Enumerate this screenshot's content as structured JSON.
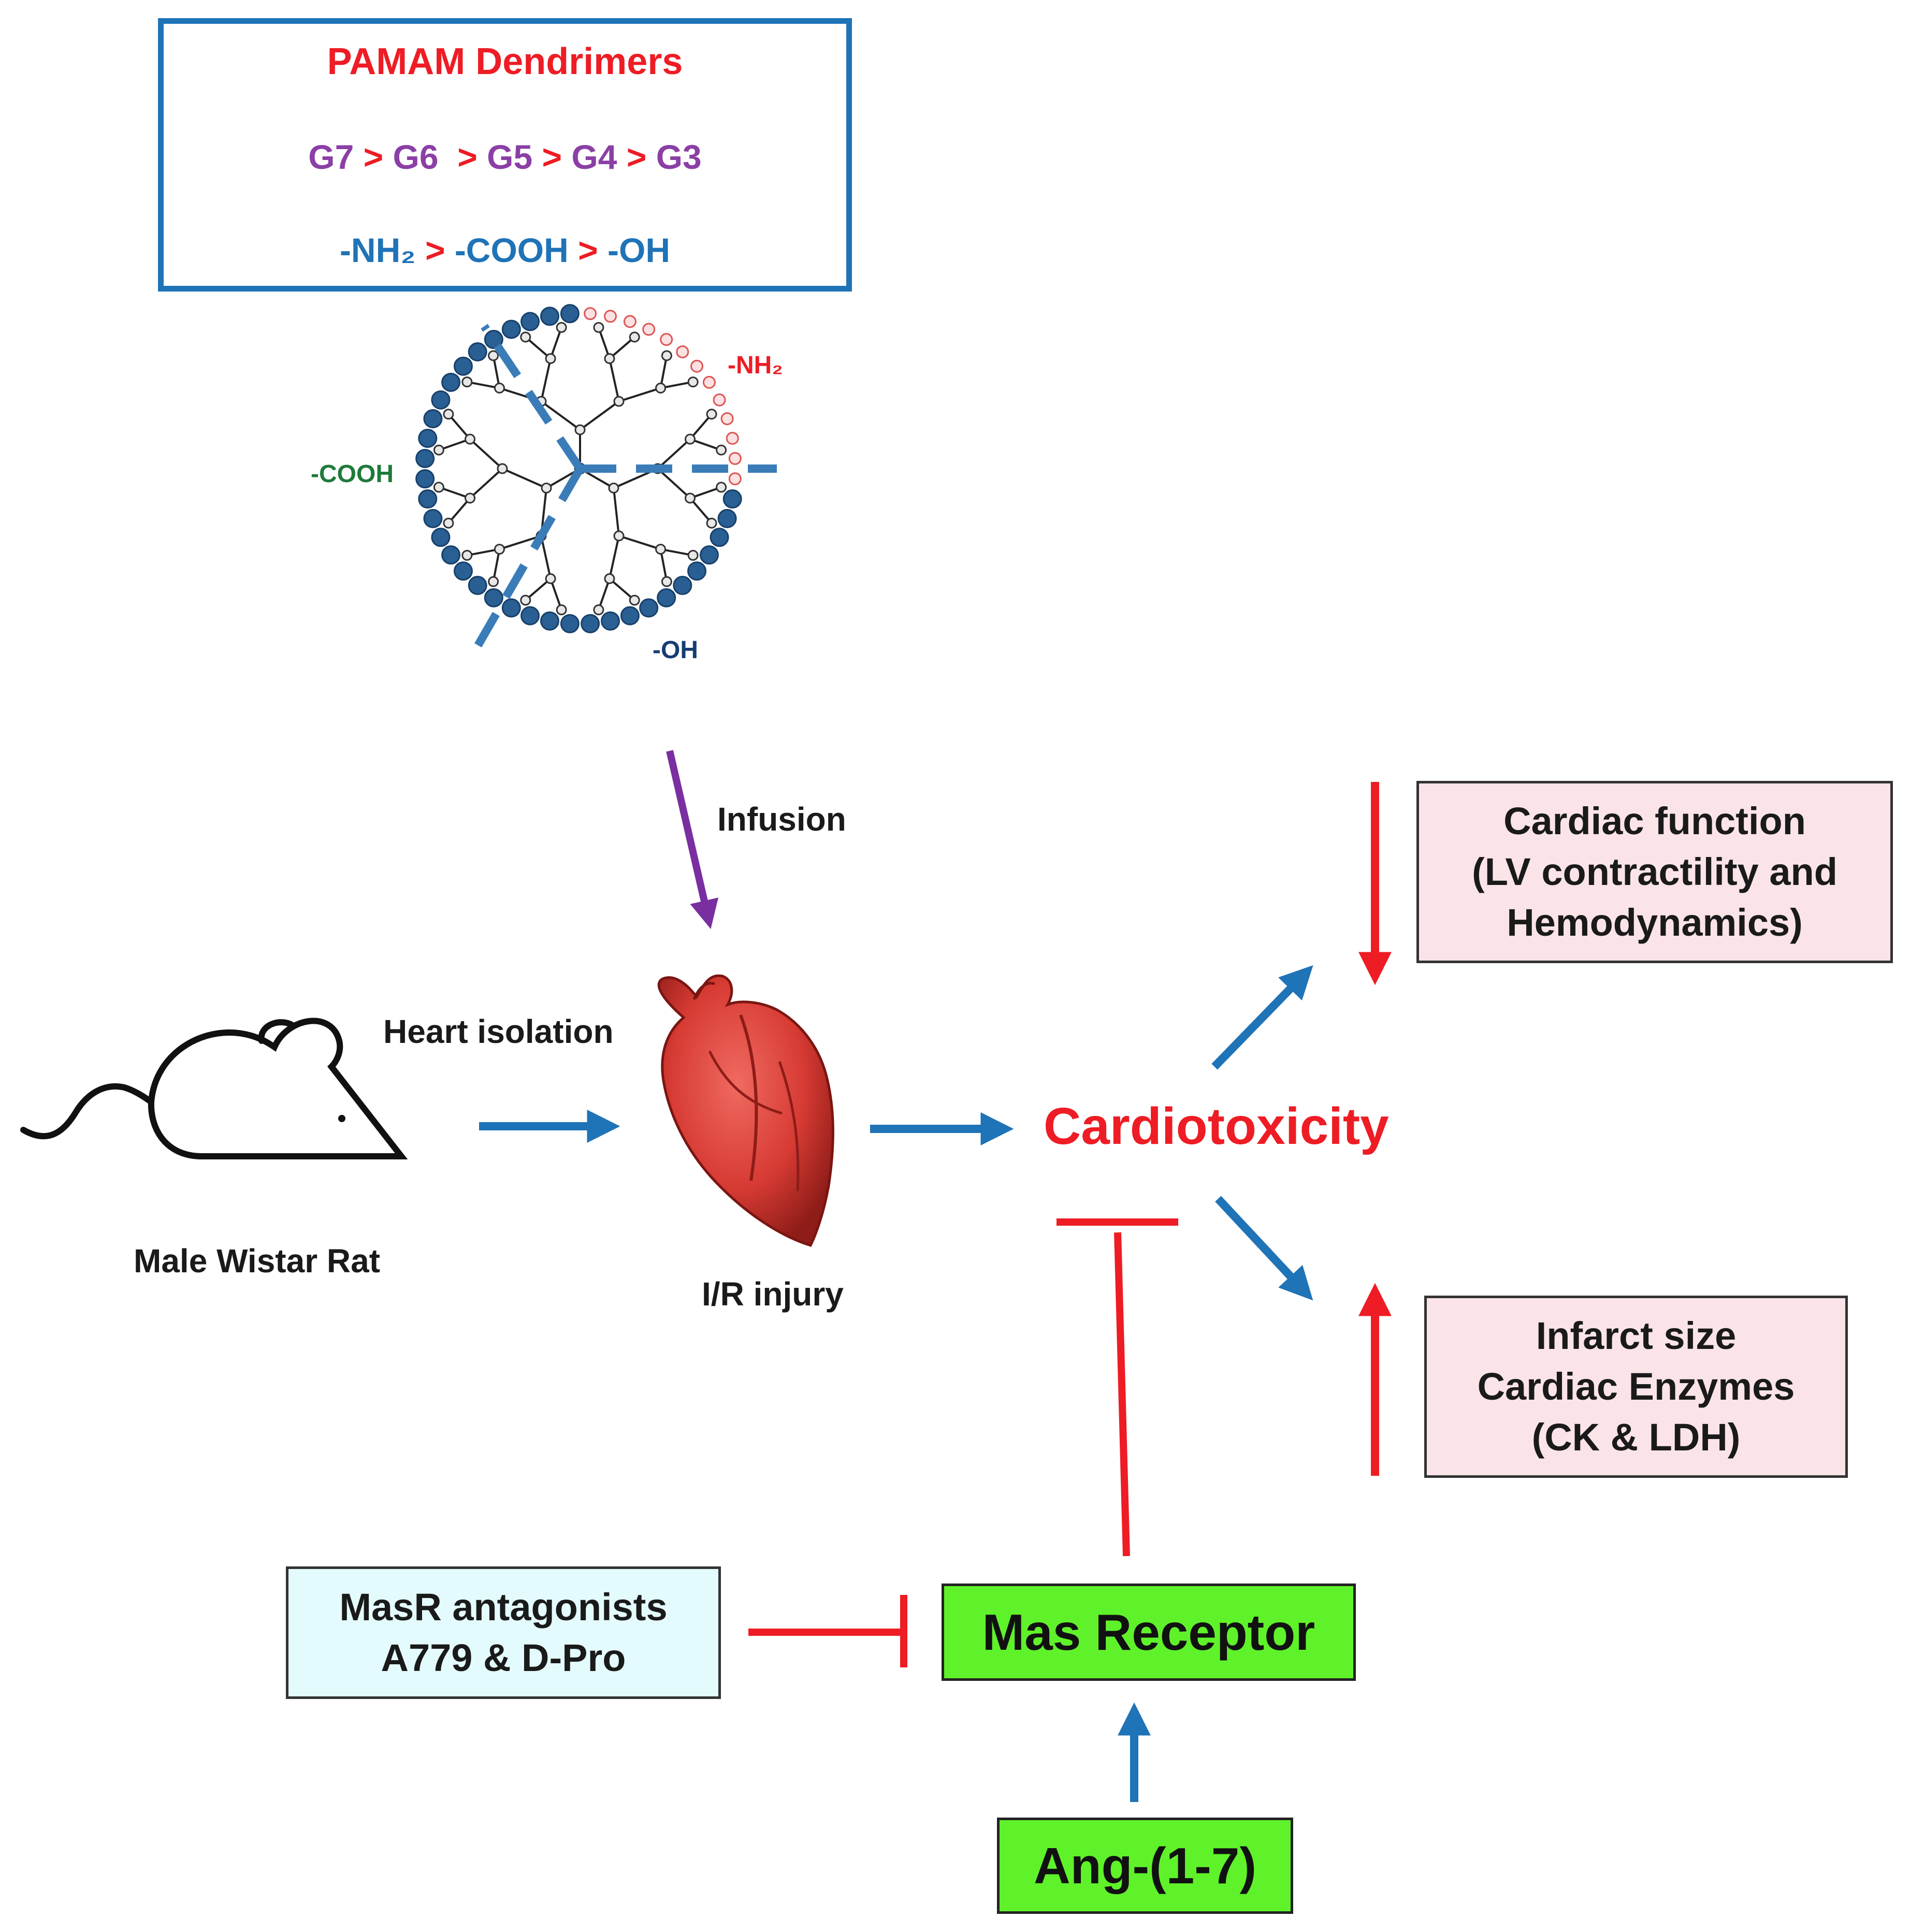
{
  "pamam": {
    "title": "PAMAM Dendrimers",
    "generations": [
      "G7",
      "G6",
      "G5",
      "G4",
      "G3"
    ],
    "groups": [
      "-NH₂",
      "-COOH",
      "-OH"
    ],
    "separator": ">"
  },
  "dendrimer": {
    "label_nh2": "-NH₂",
    "label_cooh": "-COOH",
    "label_oh": "-OH"
  },
  "flow": {
    "infusion": "Infusion",
    "heart_isolation": "Heart isolation",
    "rat": "Male Wistar Rat",
    "ir_injury": "I/R injury",
    "cardiotoxicity": "Cardiotoxicity"
  },
  "outcomes": {
    "cardiac_function": [
      "Cardiac function",
      "(LV contractility and",
      "Hemodynamics)"
    ],
    "infarct": [
      "Infarct size",
      "Cardiac Enzymes",
      "(CK & LDH)"
    ]
  },
  "modulators": {
    "masr_antagonists": [
      "MasR antagonists",
      "A779 & D-Pro"
    ],
    "mas_receptor": "Mas Receptor",
    "ang": "Ang-(1-7)"
  },
  "colors": {
    "blue_arrow": "#1f73b7",
    "red": "#ee1c24",
    "purple_arrow": "#7a2fa0",
    "green_box": "#5ff22a",
    "pink_box": "#fbe4e8",
    "cyan_box": "#e4fbfd"
  }
}
